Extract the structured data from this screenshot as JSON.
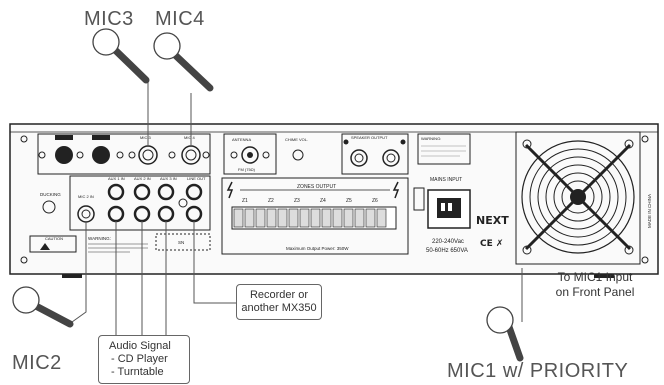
{
  "callouts": {
    "mic3": "MIC3",
    "mic4": "MIC4",
    "mic2": "MIC2",
    "mic1": "MIC1 w/ PRIORITY",
    "front_panel_line1": "To MIC1 Input",
    "front_panel_line2": "on Front Panel",
    "recorder_line1": "Recorder or",
    "recorder_line2": "another MX350",
    "audio_line1": "Audio Signal",
    "audio_line2": "- CD Player",
    "audio_line3": "- Turntable"
  },
  "panel": {
    "mic2_label": "MIC 2",
    "mic3_label": "MIC 3",
    "mic4_label": "MIC 4",
    "mic2_in": "MIC 2 IN",
    "aux1": "AUX 1 IN",
    "aux2": "AUX 2 IN",
    "aux3": "AUX 3 IN",
    "line_out": "LINE OUT",
    "ducking": "DUCKING",
    "antenna": "ANTENNA",
    "fm": "FM (75Ω)",
    "chime_vol": "CHIME VOL.",
    "speaker_output": "SPEAKER OUTPUT",
    "zones_output": "ZONES OUTPUT",
    "zones": [
      "Z1",
      "Z2",
      "Z3",
      "Z4",
      "Z5",
      "Z6"
    ],
    "max_power": "Maximum Output Power: 350W",
    "mains_input": "MAINS INPUT",
    "voltage": "220-240Vac",
    "frequency": "50-60Hz 650VA",
    "brand": "NEXT",
    "made_in": "MADE IN CHINA",
    "warning_label": "WARNING:",
    "caution_label": "CAUTION",
    "sn_label": "SN"
  }
}
